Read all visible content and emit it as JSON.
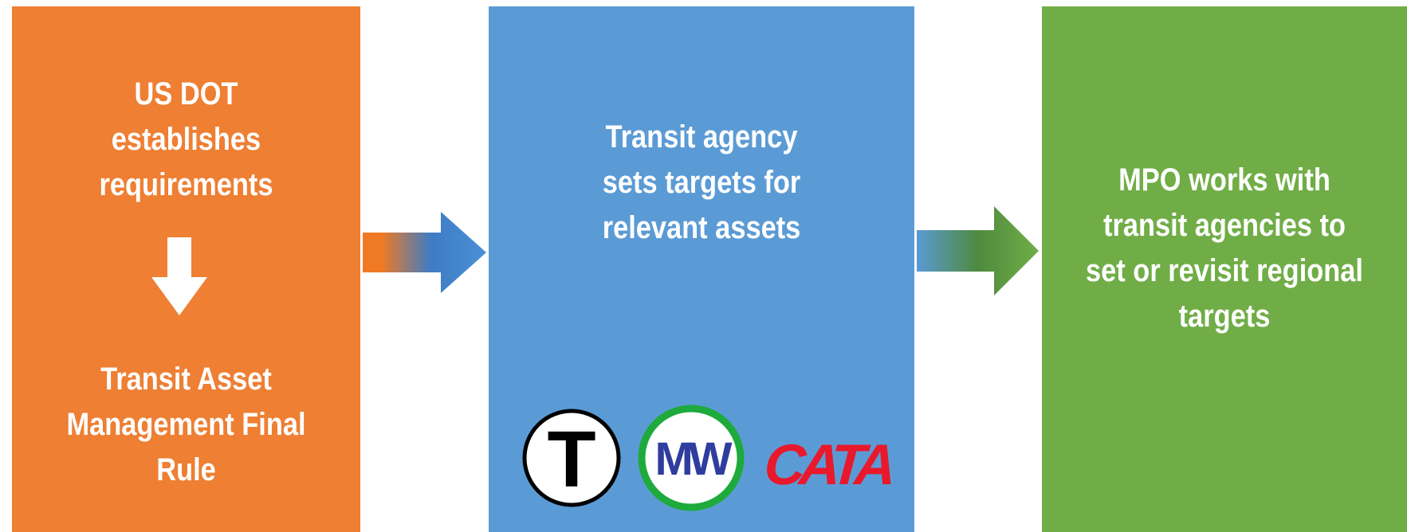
{
  "colors": {
    "orange": "#ee7f33",
    "blue": "#5b9bd5",
    "green": "#70ad47",
    "mbta_black": "#000000",
    "mwrta_green": "#1eaa3c",
    "mwrta_blue": "#2f3d9e",
    "cata_red": "#e8192c"
  },
  "steps": {
    "step1": {
      "line1": "US DOT\nestablishes\nrequirements",
      "line2": "Transit Asset\nManagement Final\nRule"
    },
    "step2": {
      "text": "Transit agency\nsets targets for\nrelevant assets",
      "logos": {
        "mbta": "T",
        "mwrta": "MW",
        "cata": "CATA"
      }
    },
    "step3": {
      "text": "MPO works with\ntransit agencies to\nset or revisit regional\ntargets"
    }
  },
  "icons": [
    "down-arrow-icon",
    "right-arrow-icon"
  ]
}
